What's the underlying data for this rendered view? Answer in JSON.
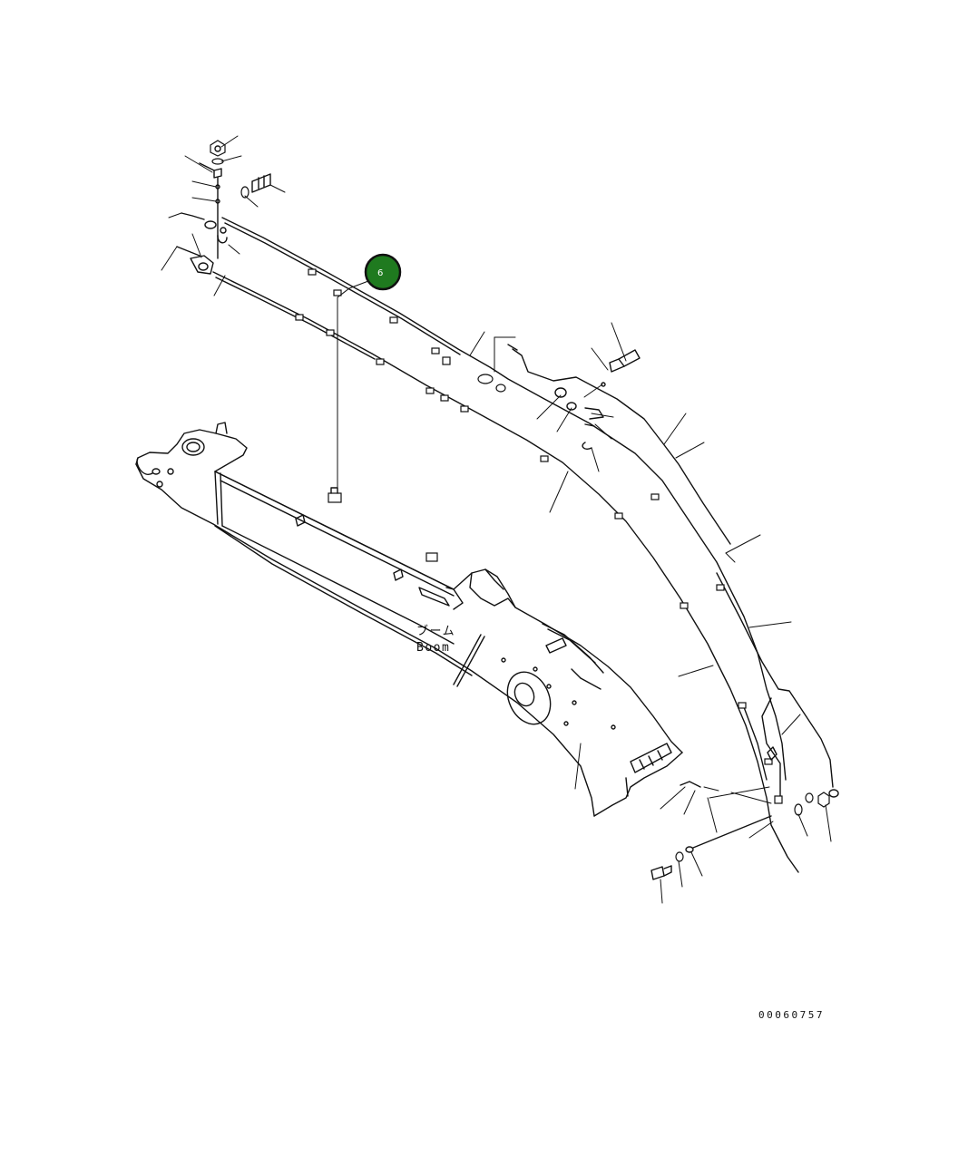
{
  "diagram": {
    "callout": {
      "number": "6",
      "color": "#1f7a1f"
    },
    "boom_label_jp": "ブーム",
    "boom_label_en": "Boom",
    "drawing_number": "00060757"
  }
}
